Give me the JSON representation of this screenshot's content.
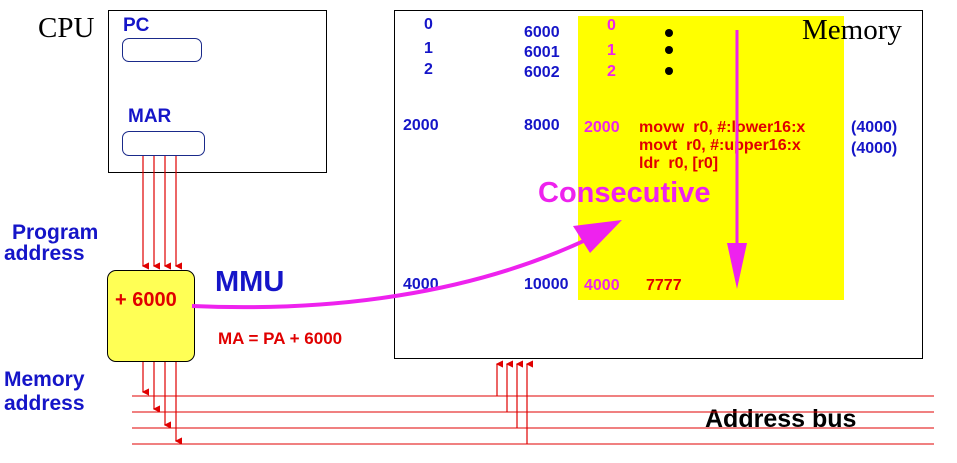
{
  "cpu": {
    "label": "CPU",
    "pc_label": "PC",
    "mar_label": "MAR"
  },
  "left_labels": {
    "program_address": [
      "Program",
      "address"
    ],
    "memory_address": [
      "Memory",
      "address"
    ]
  },
  "mmu": {
    "label": "MMU",
    "box_text": "+ 6000",
    "formula": "MA = PA + 6000"
  },
  "memory": {
    "label": "Memory",
    "program_addresses": [
      "0",
      "1",
      "2",
      "2000",
      "4000"
    ],
    "memory_addresses": [
      "6000",
      "6001",
      "6002",
      "8000",
      "10000"
    ],
    "contents_labels": [
      "0",
      "1",
      "2",
      "2000",
      "4000"
    ],
    "instructions": [
      "movw  r0, #:lower16:x",
      "movt  r0, #:upper16:x",
      "ldr  r0, [r0]"
    ],
    "annotations": [
      "(4000)",
      "(4000)"
    ],
    "data_value": "7777",
    "consecutive_label": "Consecutive"
  },
  "bus": {
    "label": "Address bus"
  },
  "colors": {
    "blue": "#1515c8",
    "red": "#e00000",
    "magenta": "#ee22ee",
    "highlight": "#ffff00",
    "mmu_fill": "#ffff55"
  }
}
